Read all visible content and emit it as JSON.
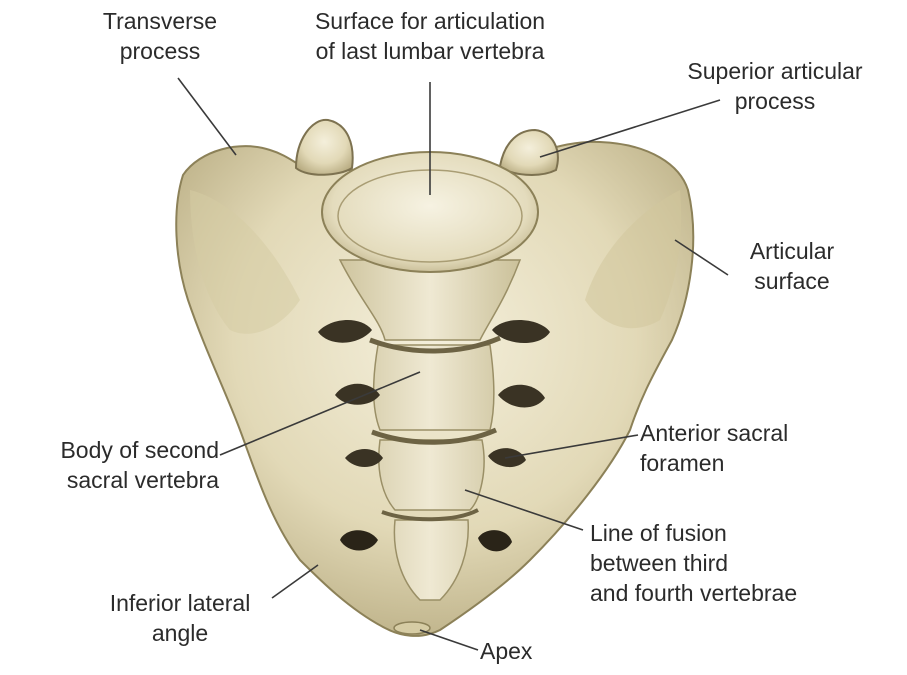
{
  "labels": {
    "transverse_process": {
      "line1": "Transverse",
      "line2": "process"
    },
    "surface_articulation": {
      "line1": "Surface for articulation",
      "line2": "of last lumbar vertebra"
    },
    "superior_articular": {
      "line1": "Superior articular",
      "line2": "process"
    },
    "articular_surface": {
      "line1": "Articular",
      "line2": "surface"
    },
    "body_second": {
      "line1": "Body of second",
      "line2": "sacral vertebra"
    },
    "anterior_foramen": {
      "line1": "Anterior sacral",
      "line2": "foramen"
    },
    "line_of_fusion": {
      "line1": "Line of fusion",
      "line2": "between third",
      "line3": "and fourth vertebrae"
    },
    "inferior_lateral": {
      "line1": "Inferior lateral",
      "line2": "angle"
    },
    "apex": {
      "line1": "Apex"
    }
  },
  "colors": {
    "bone_light": "#efe9d2",
    "bone_mid": "#d8cfaa",
    "bone_dark": "#8f8459",
    "shadow": "#3a3324",
    "leader": "#3a3a3a"
  }
}
